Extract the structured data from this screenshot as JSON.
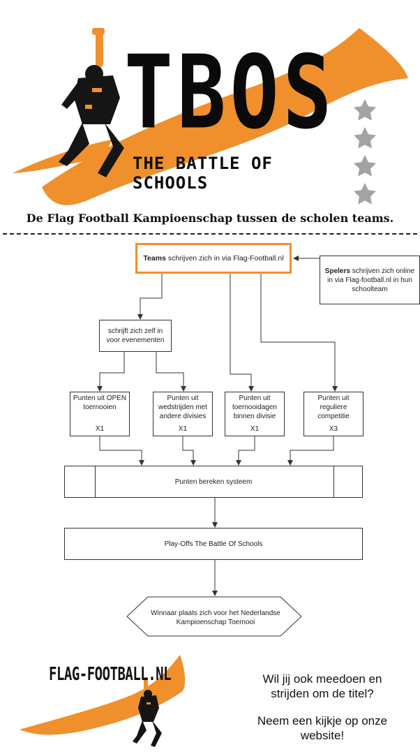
{
  "header": {
    "logo_title": "TBOS",
    "logo_subtitle": "THE BATTLE OF SCHOOLS",
    "star_count": 4,
    "tagline": "De Flag Football Kampioenschap tussen de scholen teams."
  },
  "colors": {
    "accent": "#f0902c",
    "star": "#a3a3a3",
    "line": "#333333",
    "text": "#111111"
  },
  "flow": {
    "teams": {
      "bold": "Teams",
      "rest": " schrijven zich in via Flag-Football.nl"
    },
    "spelers": {
      "bold": "Spelers",
      "rest": " schrijven zich online in via Flag-football.nl in hun schoolteam"
    },
    "evenementen": "schrijft zich zelf in voor evenementen",
    "punten": [
      {
        "label": "Punten uit OPEN toernooien",
        "multiplier": "X1"
      },
      {
        "label": "Punten uit wedstrijden met andere divisies",
        "multiplier": "X1"
      },
      {
        "label": "Punten uit toernooidagen binnen divisie",
        "multiplier": "X1"
      },
      {
        "label": "Punten uit reguliere competitie",
        "multiplier": "X3"
      }
    ],
    "calc": "Punten bereken systeem",
    "playoffs": "Play-Offs The Battle Of Schools",
    "winner": "Winnaar plaats zich voor het Nederlandse Kampioenschap Toernooi"
  },
  "footer": {
    "logo": "FLAG-FOOTBALL.NL",
    "cta_line1": "Wil jij ook meedoen en strijden om de titel?",
    "cta_line2": "Neem een kijkje op onze website!"
  }
}
